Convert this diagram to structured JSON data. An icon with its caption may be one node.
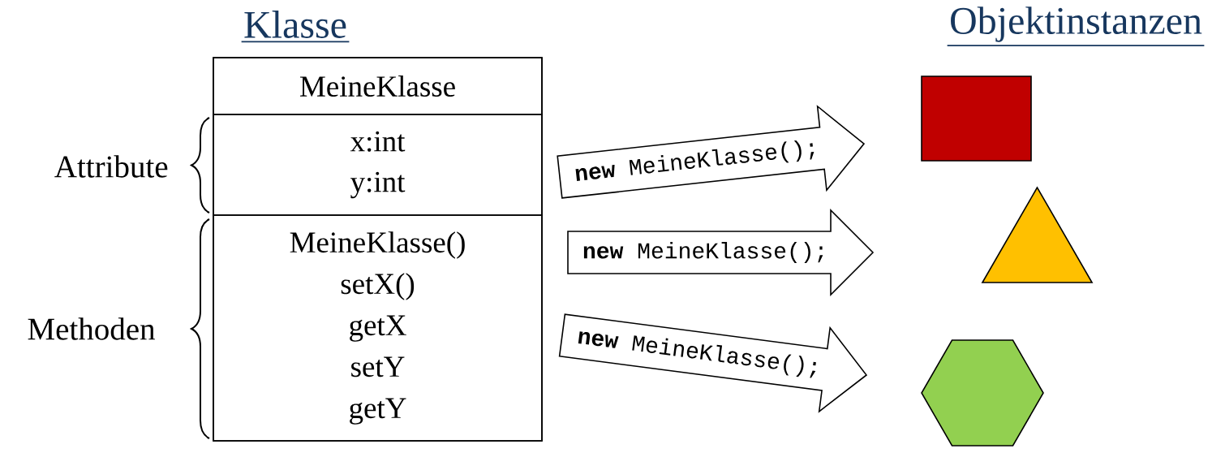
{
  "diagram": {
    "nodes": [
      {
        "text": [],
        "shape": "box"
      },
      {
        "text": [
          "MeineKlasse"
        ],
        "in": 0
      },
      {
        "text": [
          "x:int",
          "y:int"
        ],
        "in": 0
      },
      {
        "text": [
          "MeineKlasse()",
          "setX()",
          "getX",
          "setY",
          "getY"
        ],
        "in": 0
      },
      {
        "text": [],
        "shape": "box"
      },
      {
        "text": [],
        "shape": "triangle"
      },
      {
        "text": [],
        "shape": "hexagon"
      }
    ],
    "edges": [
      {
        "from": 0,
        "to": 4,
        "arrow": "to",
        "label": "**new** MeineKlasse();"
      },
      {
        "from": 0,
        "to": 5,
        "arrow": "to",
        "label": "**new** MeineKlasse();"
      },
      {
        "from": 0,
        "to": 6,
        "arrow": "to",
        "label": "**new** MeineKlasse();"
      }
    ],
    "labels": [
      "Klasse",
      "Objektinstanzen",
      "Attribute",
      "Methoden"
    ]
  }
}
